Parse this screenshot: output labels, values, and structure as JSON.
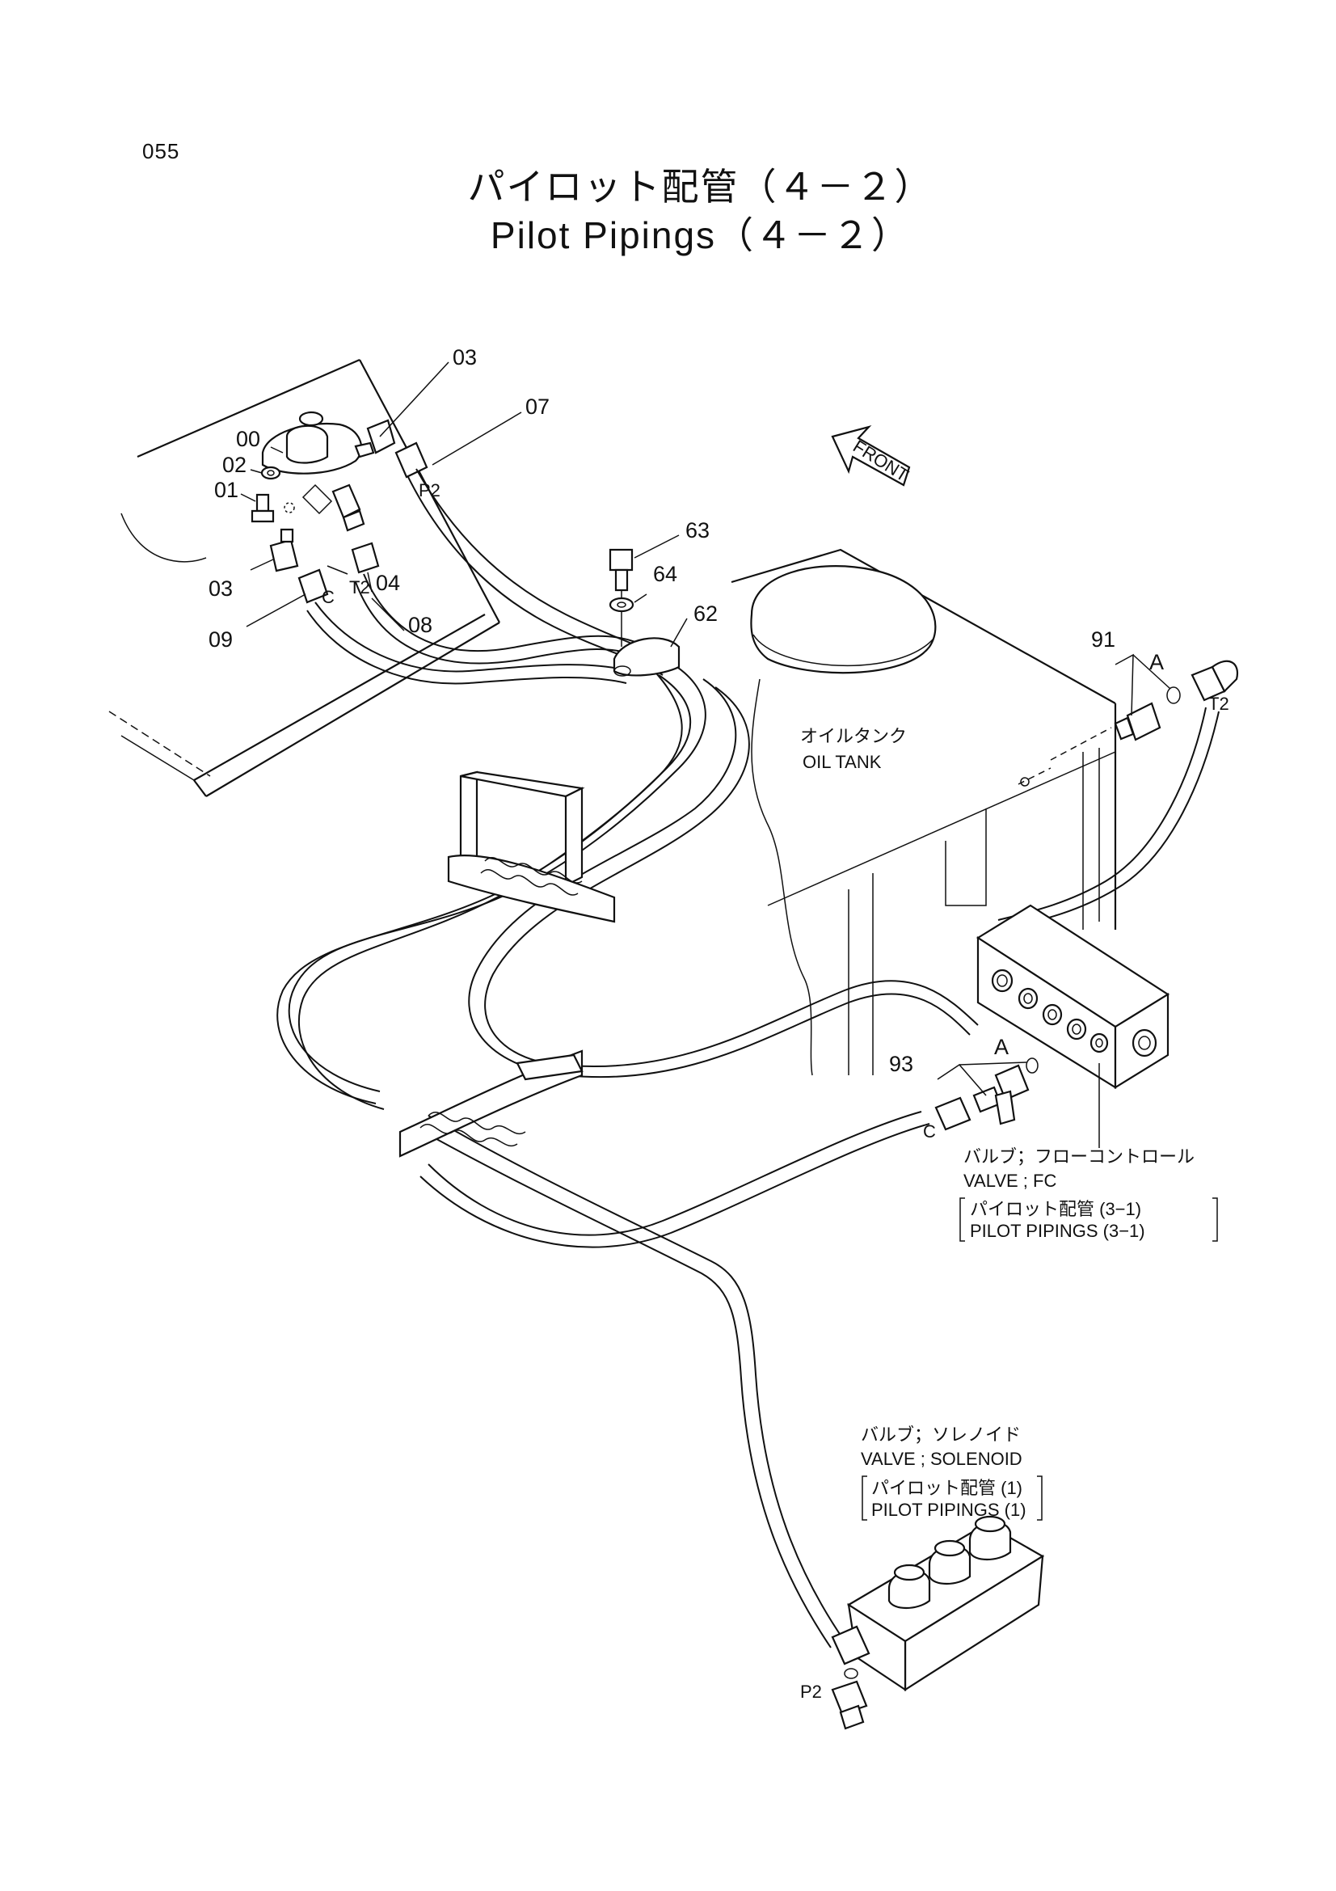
{
  "header": {
    "sheet_no": "055",
    "title_jp": "パイロット配管（４－２）",
    "title_en": "Pilot Pipings（４－２）"
  },
  "direction": {
    "front": "FRONT"
  },
  "callouts": {
    "p00": "00",
    "p01": "01",
    "p02": "02",
    "p03_top": "03",
    "p03_left": "03",
    "p04": "04",
    "p07": "07",
    "p08": "08",
    "p09": "09",
    "p62": "62",
    "p63": "63",
    "p64": "64",
    "p91": "91",
    "p93": "93",
    "a_top": "A",
    "a_mid": "A"
  },
  "port_marks": {
    "p2_top": "P2",
    "t2_left": "T2",
    "c_left": "C",
    "t2_right": "T2",
    "c_mid": "C",
    "p2_bottom": "P2"
  },
  "oil_tank": {
    "jp": "オイルタンク",
    "en": "OIL TANK"
  },
  "valve_fc": {
    "jp": "バルブ；フローコントロール",
    "en": "VALVE ; FC",
    "ref_jp": "パイロット配管 (3−1)",
    "ref_en": "PILOT PIPINGS (3−1)"
  },
  "valve_solenoid": {
    "jp": "バルブ；ソレノイド",
    "en": "VALVE ; SOLENOID",
    "ref_jp": "パイロット配管 (1)",
    "ref_en": "PILOT PIPINGS (1)"
  }
}
